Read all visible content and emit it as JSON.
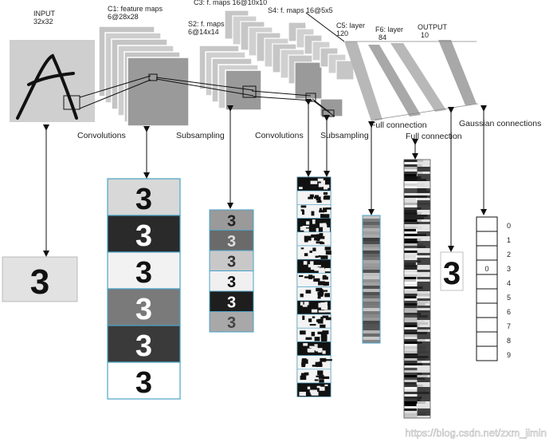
{
  "labels": {
    "input": [
      "INPUT",
      "32x32"
    ],
    "c1": [
      "C1: feature maps",
      "6@28x28"
    ],
    "c3": "C3: f. maps 16@10x10",
    "s2": [
      "S2: f. maps",
      "6@14x14"
    ],
    "s4": "S4: f. maps 16@5x5",
    "c5": [
      "C5: layer",
      "120"
    ],
    "f6": [
      "F6: layer",
      "84"
    ],
    "output": [
      "OUTPUT",
      "10"
    ]
  },
  "operations": {
    "conv1": "Convolutions",
    "sub1": "Subsampling",
    "conv2": "Convolutions",
    "sub2": "Subsampling",
    "full1": "Full connection",
    "full2": "Full connection",
    "gauss": "Gaussian connections"
  },
  "digits": {
    "input_char": "A",
    "input_sample": "3",
    "f6_sample": "3"
  },
  "output_vector": {
    "labels": [
      "0",
      "1",
      "2",
      "3",
      "4",
      "5",
      "6",
      "7",
      "8",
      "9"
    ],
    "cell_value": "0",
    "cell_index": 3
  },
  "c1_shades": [
    "#d8d8d8",
    "#2a2a2a",
    "#f2f2f2",
    "#7a7a7a",
    "#3a3a3a",
    "#ffffff"
  ],
  "c1_digit_colors": [
    "#111111",
    "#ffffff",
    "#111111",
    "#ffffff",
    "#ffffff",
    "#111111"
  ],
  "s2_shades": [
    "#9a9a9a",
    "#6a6a6a",
    "#c8c8c8",
    "#f0f0f0",
    "#1e1e1e",
    "#a8a8a8"
  ],
  "s2_digit_colors": [
    "#222222",
    "#dddddd",
    "#333333",
    "#111111",
    "#ffffff",
    "#444444"
  ],
  "watermark": "https://blog.csdn.net/zxm_jimin"
}
